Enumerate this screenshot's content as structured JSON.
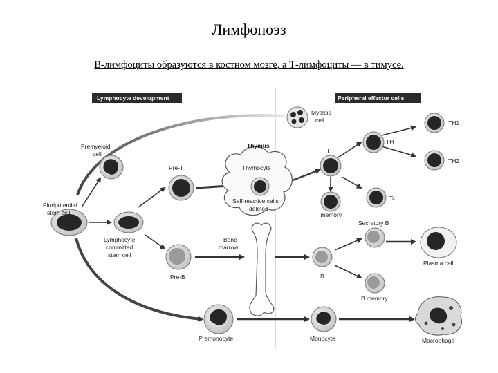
{
  "page": {
    "title": "Лимфопоэз",
    "subtitle": "В-лимфоциты образуются в костном мозге, а Т-лимфоциты — в тимусе."
  },
  "figure": {
    "banners": {
      "left": "Lymphocyte development",
      "right": "Peripheral effector cells"
    },
    "cells": {
      "pluripotent": [
        "Pluripotential",
        "stem cell"
      ],
      "premyeloid": [
        "Premyeloid",
        "cell"
      ],
      "myeloid": [
        "Myeloid",
        "cell"
      ],
      "pre_t": "Pre-T",
      "thymus": "Thymus",
      "thymocyte": "Thymocyte",
      "self_reactive": [
        "Self-reactive cells",
        "deleted"
      ],
      "lymphocyte_committed": [
        "Lymphocyte",
        "committed",
        "stem cell"
      ],
      "bone_marrow": [
        "Bone",
        "marrow"
      ],
      "pre_b": "Pre-B",
      "t": "T",
      "th": "TH",
      "th1": "TH1",
      "th2": "TH2",
      "tc": "Tc",
      "t_memory": "T memory",
      "secretory_b": "Secretory B",
      "plasma_cell": "Plasma cell",
      "b": "B",
      "b_memory": "B memory",
      "premonocyte": "Premonocyte",
      "monocyte": "Monocyte",
      "macrophage": "Macrophage"
    }
  },
  "colors": {
    "banner": "#2b2b2b",
    "nucleus": "#262626",
    "cytoplasm": "#cfcfcf",
    "b_cell": "#9a9a9a",
    "arrow": "#333333"
  }
}
